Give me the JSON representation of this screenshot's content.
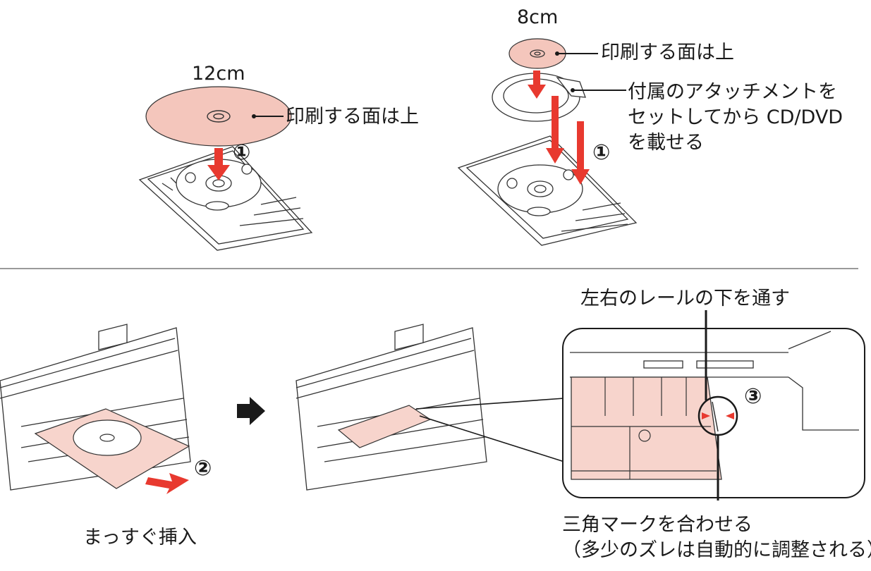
{
  "top_left": {
    "size_label": "12cm",
    "side_label": "印刷する面は上",
    "step": "①"
  },
  "top_right": {
    "size_label": "8cm",
    "side_label": "印刷する面は上",
    "attachment_lines": [
      "付属のアタッチメントを",
      "セットしてから CD/DVD",
      "を載せる"
    ],
    "step": "①"
  },
  "bottom_left": {
    "caption": "まっすぐ挿入",
    "step": "②"
  },
  "bottom_right": {
    "rail_label": "左右のレールの下を通す",
    "step": "③",
    "align_lines": [
      "三角マークを合わせる",
      "（多少のズレは自動的に調整される）"
    ]
  },
  "colors": {
    "disc_fill": "#f4c6bc",
    "tray_fill": "#f7d4cc",
    "arrow_red": "#e8392f",
    "line": "#1a1a1a",
    "divider": "#9a9a9a"
  }
}
